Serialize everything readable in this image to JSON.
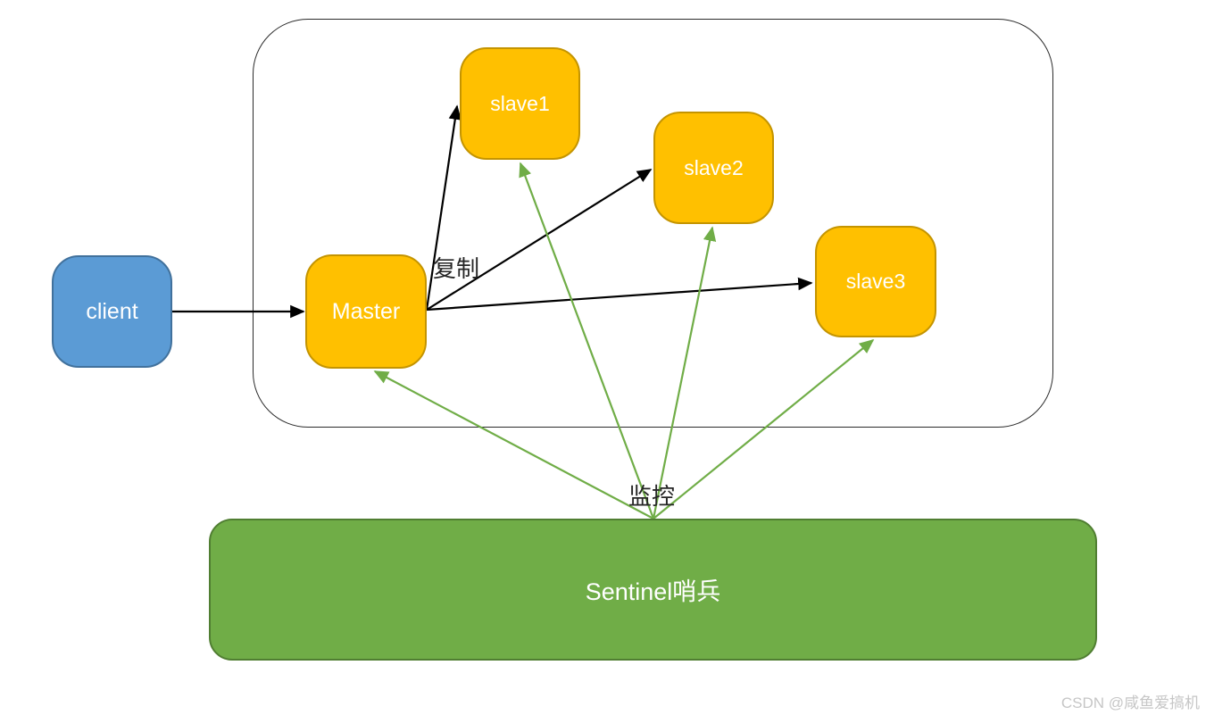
{
  "diagram": {
    "title": "Redis Sentinel master-slave monitoring diagram",
    "nodes": {
      "client": {
        "label": "client"
      },
      "master": {
        "label": "Master"
      },
      "slave1": {
        "label": "slave1"
      },
      "slave2": {
        "label": "slave2"
      },
      "slave3": {
        "label": "slave3"
      },
      "sentinel": {
        "label": "Sentinel哨兵"
      }
    },
    "edge_labels": {
      "replication": "复制",
      "monitoring": "监控"
    },
    "edges": {
      "black_arrows": [
        "client -> Master",
        "Master -> slave1",
        "Master -> slave2",
        "Master -> slave3"
      ],
      "green_arrows": [
        "Sentinel哨兵 -> Master",
        "Sentinel哨兵 -> slave1",
        "Sentinel哨兵 -> slave2",
        "Sentinel哨兵 -> slave3"
      ]
    },
    "colors": {
      "client_fill": "#5b9bd5",
      "client_border": "#41719c",
      "slave_fill": "#ffc000",
      "slave_border": "#c49400",
      "sentinel_fill": "#70ad47",
      "sentinel_border": "#507e32",
      "replicate_arrow": "#000000",
      "monitor_arrow": "#70ad47",
      "frame_border": "#2b2b2b",
      "label_text": "#262626",
      "node_text": "#ffffff"
    },
    "watermark": "CSDN @咸鱼爱搞机"
  }
}
